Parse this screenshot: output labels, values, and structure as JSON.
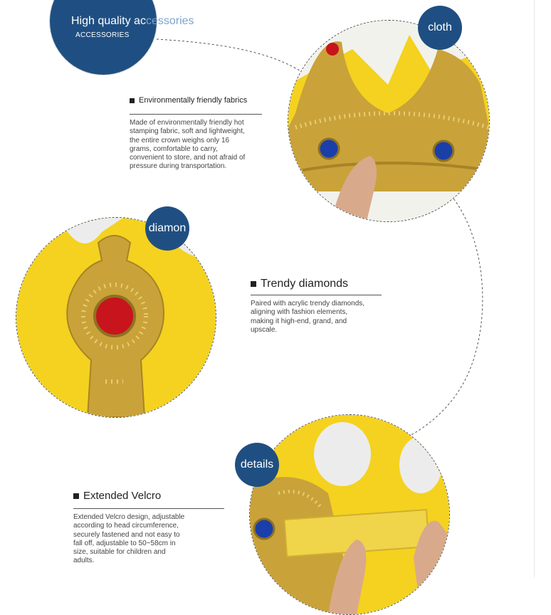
{
  "hero": {
    "title_main": "High quality ac",
    "title_fade": "cessories",
    "subtitle": "ACCESSORIES"
  },
  "badges": {
    "cloth": "cloth",
    "diamond": "diamon",
    "details": "details"
  },
  "features": [
    {
      "title": "Environmentally friendly fabrics",
      "body": "Made of environmentally friendly hot\nstamping fabric, soft and lightweight,\n the entire crown weighs only 16\ngrams, comfortable to carry,\nconvenient to store, and not afraid of\npressure during transportation."
    },
    {
      "title": "Trendy diamonds",
      "body": "Paired with acrylic trendy diamonds,\naligning with fashion elements,\nmaking it high-end, grand, and\nupscale."
    },
    {
      "title": "Extended Velcro",
      "body": "Extended Velcro design, adjustable\naccording to head circumference,\nsecurely fastened and not easy to\nfall off, adjustable to 50~58cm in\nsize, suitable for children and\nadults."
    }
  ],
  "colors": {
    "badge_blue": "#1f4f82",
    "crown_gold": "#c9a23a",
    "felt_yellow": "#f4d21f",
    "gem_blue": "#1b3fa8",
    "gem_red": "#c8141c"
  }
}
